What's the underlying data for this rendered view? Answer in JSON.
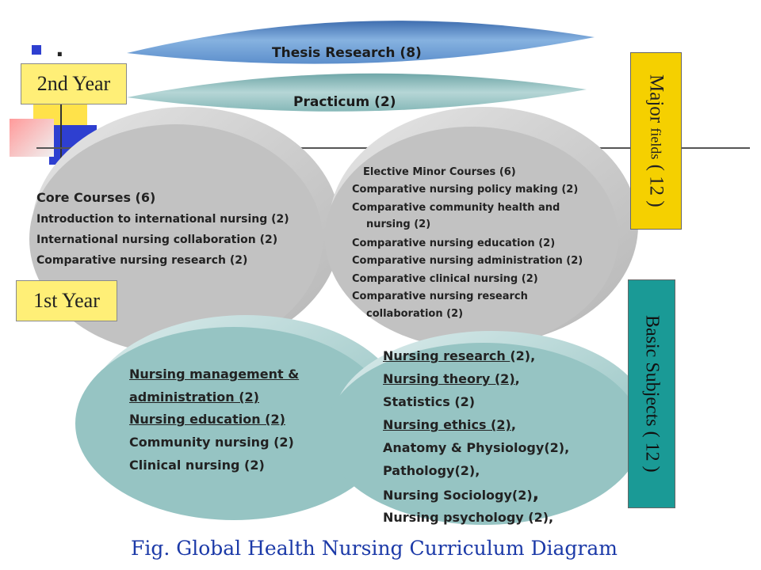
{
  "bullet": ".",
  "thesis": "Thesis Research (8)",
  "practicum": "Practicum (2)",
  "year2": "2nd Year",
  "year1": "1st Year",
  "major_label": "Major",
  "major_fields": "fields",
  "major_count": "( 12 )",
  "basic_label": "Basic Subjects ( 12 )",
  "core": {
    "title": "Core Courses (6)",
    "items": [
      "Introduction to international nursing  (2)",
      "International nursing collaboration (2)",
      "Comparative nursing research    (2)"
    ]
  },
  "elective": {
    "title": "Elective Minor Courses (6)",
    "items": [
      "Comparative nursing policy making  (2)",
      "Comparative community health and",
      "nursing (2)",
      "Comparative nursing education (2)",
      "Comparative nursing administration (2)",
      "Comparative clinical nursing (2)",
      "Comparative nursing research",
      "collaboration (2)"
    ]
  },
  "basic_left": [
    "Nursing management &",
    "administration (2)",
    "Nursing education (2)",
    "Community nursing (2)",
    "Clinical nursing (2)"
  ],
  "basic_right": {
    "l1a": "Nursing research ",
    "l1b": "(2),",
    "l2a": "Nursing theory (2)",
    "l2b": ",",
    "l3": "Statistics (2)",
    "l4a": " Nursing ethics (2)",
    "l4b": ",",
    "l5": "Anatomy & Physiology(2),",
    "l6": "Pathology(2),",
    "l7a": "Nursing Sociology(2)",
    "l7b": ",",
    "l8": "Nursing psychology (2),"
  },
  "caption": "Fig. Global Health Nursing Curriculum Diagram",
  "colors": {
    "thesis": "#6f9ed4",
    "practicum": "#9ec4c4",
    "gray_disc": "#c0c0c0",
    "teal_disc": "#96c4c3",
    "yellow": "#ffef77",
    "major_bg": "#f5d000",
    "basic_bg": "#1a9a96",
    "caption": "#1c3aa8"
  }
}
